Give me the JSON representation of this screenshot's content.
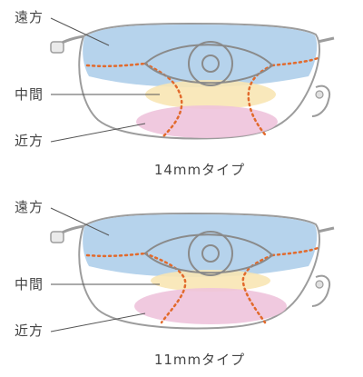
{
  "colors": {
    "far_zone": "#a9cbe9",
    "mid_zone": "#f8e6b4",
    "near_zone": "#eec3dc",
    "boundary": "#e26a2c",
    "frame": "#9c9c9c",
    "text": "#444444"
  },
  "labels": {
    "far": "遠方",
    "intermediate": "中間",
    "near": "近方"
  },
  "panels": [
    {
      "caption": "14mmタイプ"
    },
    {
      "caption": "11mmタイプ"
    }
  ]
}
